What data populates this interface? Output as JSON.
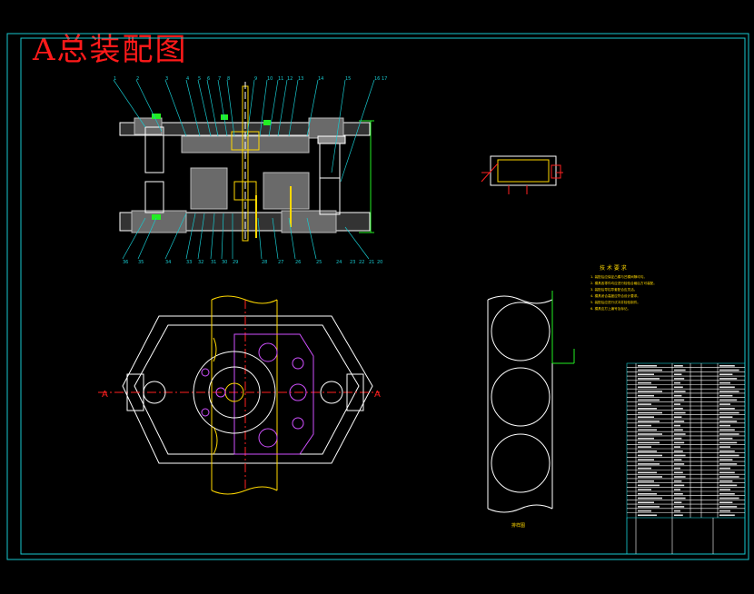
{
  "title": "A总装配图",
  "colors": {
    "background": "#000000",
    "frame": "#17c9cf",
    "main_line": "#ffffff",
    "accent_yellow": "#ffd800",
    "accent_green": "#22ee22",
    "accent_red": "#ff2020",
    "accent_magenta": "#d050ff",
    "hatch_gray": "#9a9a9a",
    "title_red": "#ff1a1a"
  },
  "part_label": "排样图",
  "tech_requirements": {
    "title": "技 术 要 求",
    "lines": [
      "1. 装配后应保证凸模与凹模间隙均匀。",
      "2. 模具各零件均应进行检验合格后方可装配。",
      "3. 装配后导柱导套配合应灵活。",
      "4. 模具闭合高度应符合设计要求。",
      "5. 装配后应进行试冲并检验制件。",
      "6. 模具应打上编号及标记。"
    ]
  },
  "callouts_top": [
    "1",
    "2",
    "3",
    "4",
    "5",
    "6",
    "7",
    "8",
    "9",
    "10",
    "11",
    "12",
    "13",
    "14",
    "15",
    "16",
    "17"
  ],
  "callouts_bottom": [
    "36",
    "35",
    "34",
    "33",
    "32",
    "31",
    "30",
    "29",
    "28",
    "27",
    "26",
    "25",
    "24",
    "23",
    "22",
    "21",
    "20"
  ]
}
